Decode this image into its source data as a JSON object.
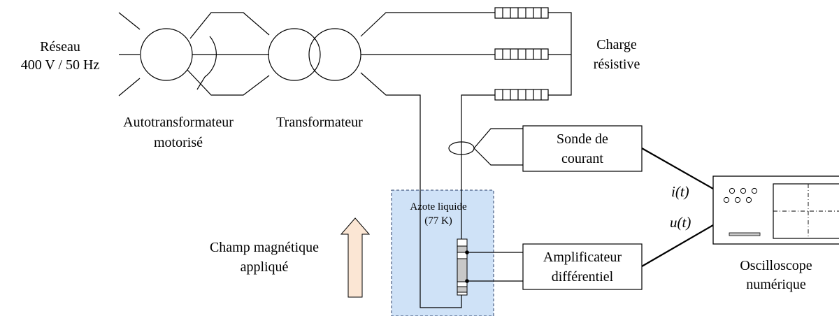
{
  "network": {
    "line1": "Réseau",
    "line2": "400 V / 50 Hz"
  },
  "autotransformer": {
    "line1": "Autotransformateur",
    "line2": "motorisé"
  },
  "transformer": {
    "label": "Transformateur"
  },
  "resistive_load": {
    "line1": "Charge",
    "line2": "résistive"
  },
  "current_probe": {
    "line1": "Sonde de",
    "line2": "courant"
  },
  "diff_amplifier": {
    "line1": "Amplificateur",
    "line2": "différentiel"
  },
  "oscilloscope": {
    "line1": "Oscilloscope",
    "line2": "numérique"
  },
  "signals": {
    "current": "i(t)",
    "voltage": "u(t)"
  },
  "cryostat": {
    "line1": "Azote liquide",
    "line2": "(77 K)"
  },
  "magnetic_field": {
    "line1": "Champ magnétique",
    "line2": "appliqué"
  },
  "colors": {
    "cryostat_fill": "#cfe2f7",
    "cryostat_border": "#2a3f6a",
    "arrow_fill": "#fbe6d4",
    "sample_gray": "#c8c8c8",
    "line": "#000000"
  }
}
